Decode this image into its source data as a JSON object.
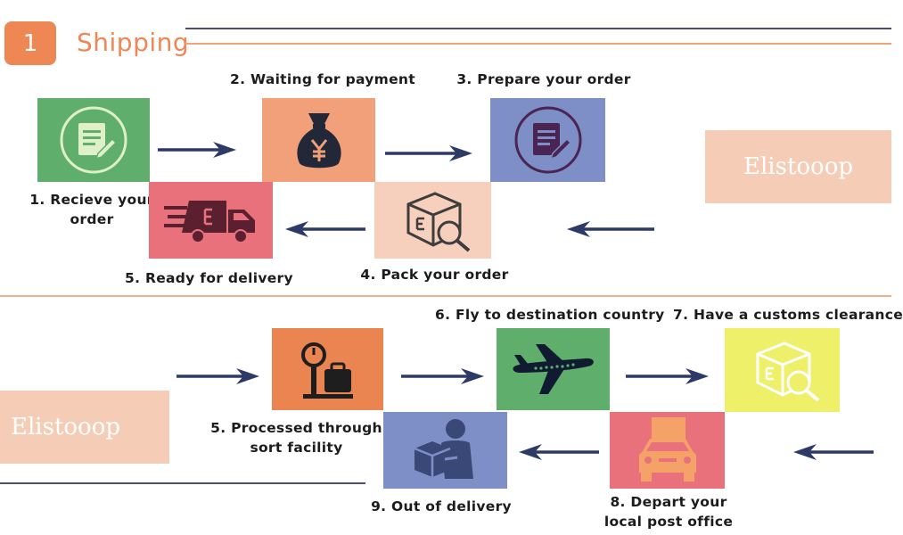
{
  "header": {
    "step_number": "1",
    "title": "Shipping"
  },
  "brand": {
    "name": "Elistooop"
  },
  "steps": {
    "receive": {
      "label_line1": "1. Recieve your",
      "label_line2": "order"
    },
    "payment": {
      "label": "2. Waiting for payment"
    },
    "prepare": {
      "label": "3. Prepare your order"
    },
    "pack": {
      "label": "4. Pack your order"
    },
    "ready": {
      "label": "5. Ready for delivery"
    },
    "sort": {
      "label_line1": "5. Processed through",
      "label_line2": "sort facility"
    },
    "fly": {
      "label": "6. Fly to destination country"
    },
    "customs": {
      "label": "7. Have a customs clearance"
    },
    "depart": {
      "label_line1": "8. Depart your",
      "label_line2": "local post office"
    },
    "out": {
      "label": "9. Out of delivery"
    }
  },
  "icons": {
    "receive": "document-edit-icon",
    "payment": "money-bag-yen-icon",
    "prepare": "document-edit-icon",
    "pack": "package-search-icon",
    "ready": "delivery-truck-icon",
    "sort": "scale-luggage-icon",
    "fly": "airplane-icon",
    "customs": "package-search-icon",
    "depart": "post-office-car-icon",
    "out": "courier-package-icon"
  },
  "colors": {
    "accent_orange": "#ee8754",
    "green": "#5fae6c",
    "peach": "#f2a07a",
    "lavender": "#7e8ec6",
    "light_peach": "#f6d0bc",
    "pink": "#e8717b",
    "orange": "#ea8451",
    "yellow": "#eef06a",
    "navy": "#2e3a66",
    "brand_bg": "#f5cdb6"
  }
}
